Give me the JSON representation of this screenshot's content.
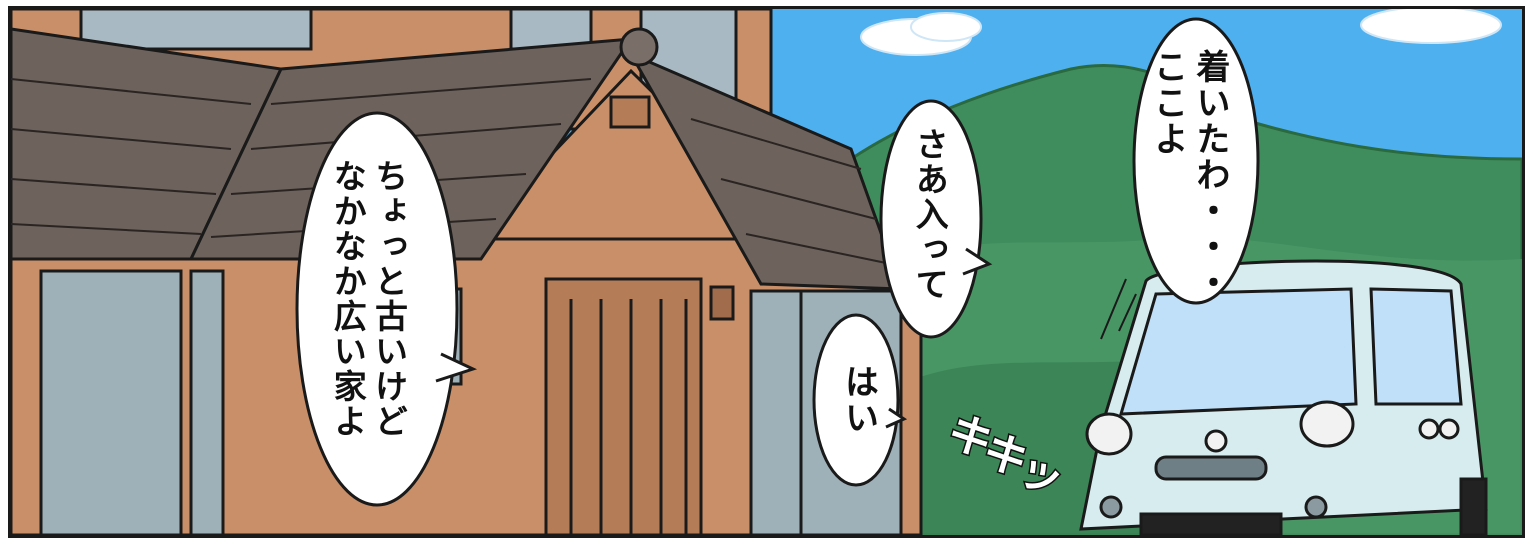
{
  "dialogue": {
    "mother_right": "着いたわ・・・\nここよ",
    "mother_come_in": "さあ入って",
    "mother_house": "ちょっと古いけど\nなかなか広い家よ",
    "kid_reply": "はい"
  },
  "sound_effect": "キキッ",
  "colors": {
    "sky": "#4fb0f0",
    "hills": "#3f8d5c",
    "roof": "#6d625c",
    "wall": "#c98f68",
    "car_body": "#d7ecef",
    "outline": "#1a1a1a"
  }
}
